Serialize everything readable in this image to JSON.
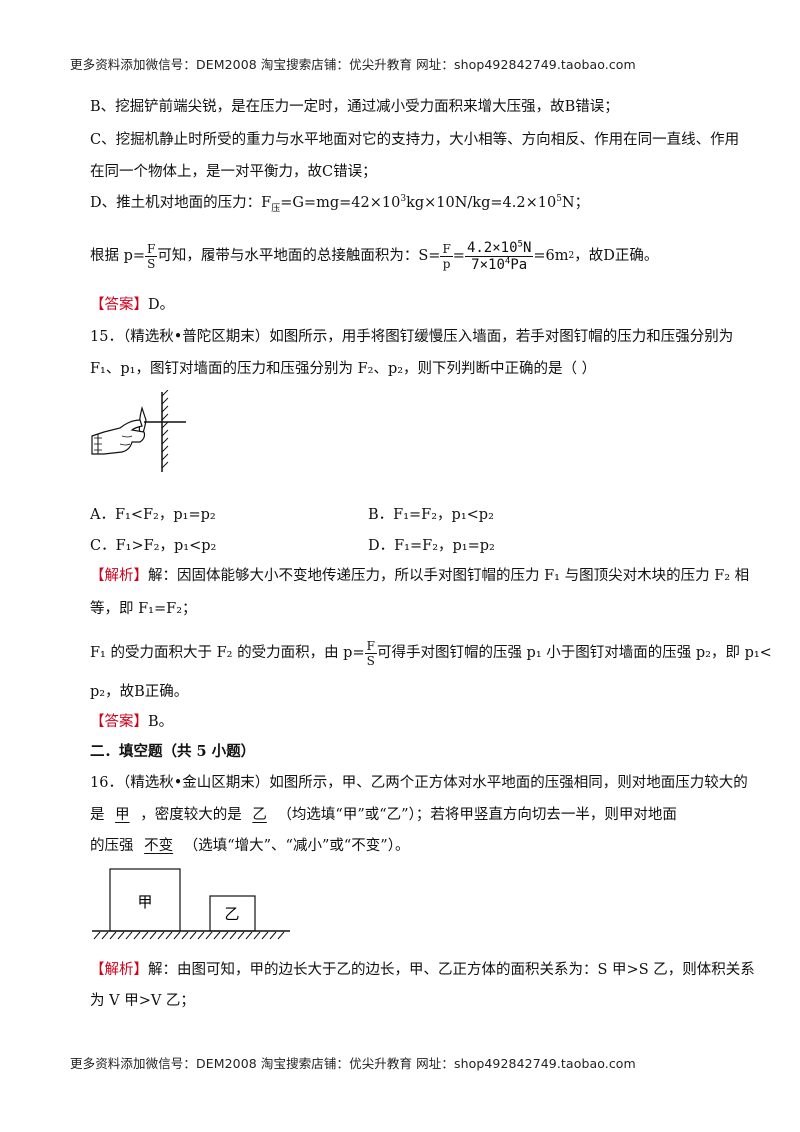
{
  "header": {
    "text": "更多资料添加微信号：DEM2008    淘宝搜索店铺：优尖升教育  网址：shop492842749.taobao.com"
  },
  "footer": {
    "text": "更多资料添加微信号：DEM2008    淘宝搜索店铺：优尖升教育  网址：shop492842749.taobao.com"
  },
  "q14": {
    "b": "B、挖掘铲前端尖锐，是在压力一定时，通过减小受力面积来增大压强，故B错误；",
    "c1": "C、挖掘机静止时所受的重力与水平地面对它的支持力，大小相等、方向相反、作用在同一直线、作用",
    "c2": "在同一个物体上，是一对平衡力，故C错误；",
    "d_pre": "D、推土机对地面的压力：F",
    "d_sub": "压",
    "d_mid1": "=G=mg=42×10",
    "d_sup1": "3",
    "d_mid2": "kg×10N/kg=4.2×10",
    "d_sup2": "5",
    "d_post": "N；",
    "g_pre": "根据 p=",
    "g_frac_num": "F",
    "g_frac_den": "S",
    "g_mid": "可知，履带与水平地面的总接触面积为：S=",
    "g_frac2_num": "F",
    "g_frac2_den": "p",
    "g_eq": "=",
    "g_frac3_num_a": "4.2×10",
    "g_frac3_num_sup": "5",
    "g_frac3_num_b": "N",
    "g_frac3_den_a": "7×10",
    "g_frac3_den_sup": "4",
    "g_frac3_den_b": "Pa",
    "g_post": "=6m",
    "g_post_sup": "2",
    "g_tail": "，故D正确。",
    "answer_label": "【答案】",
    "answer_value": "D。"
  },
  "q15": {
    "stem1": "15．（精选秋•普陀区期末）如图所示，用手将图钉缓慢压入墙面，若手对图钉帽的压力和压强分别为",
    "stem2": "F₁、p₁，图钉对墙面的压力和压强分别为 F₂、p₂，则下列判断中正确的是（        ）",
    "optA": "A．F₁<F₂，p₁=p₂",
    "optB": "B．F₁=F₂，p₁<p₂",
    "optC": "C．F₁>F₂，p₁<p₂",
    "optD": "D．F₁=F₂，p₁=p₂",
    "analysis_label": "【解析】",
    "analysis1": "解：因固体能够大小不变地传递压力，所以手对图钉帽的压力 F₁ 与图顶尖对木块的压力 F₂ 相",
    "analysis2": "等，即 F₁=F₂；",
    "analysis3_pre": "F₁ 的受力面积大于 F₂ 的受力面积，由 p=",
    "analysis3_num": "F",
    "analysis3_den": "S",
    "analysis3_post": "可得手对图钉帽的压强 p₁ 小于图钉对墙面的压强 p₂，即 p₁<",
    "analysis4": "p₂，故B正确。",
    "answer_label": "【答案】",
    "answer_value": "B。"
  },
  "section2": {
    "title": "二．填空题（共 5 小题）"
  },
  "q16": {
    "stem1": "16．（精选秋•金山区期末）如图所示，甲、乙两个正方体对水平地面的压强相同，则对地面压力较大的",
    "s2_a": "是",
    "s2_blank1": "甲",
    "s2_b": "，密度较大的是",
    "s2_blank2": "乙",
    "s2_c": "（均选填“甲”或“乙”）；若将甲竖直方向切去一半，则甲对地面",
    "s3_a": "的压强",
    "s3_blank": "不变",
    "s3_b": "（选填“增大”、“减小”或“不变”）。",
    "fig_jia": "甲",
    "fig_yi": "乙",
    "analysis_label": "【解析】",
    "analysis1": "解：由图可知，甲的边长大于乙的边长，甲、乙正方体的面积关系为：S 甲>S 乙，则体积关系",
    "analysis2": "为 V 甲>V 乙；"
  }
}
